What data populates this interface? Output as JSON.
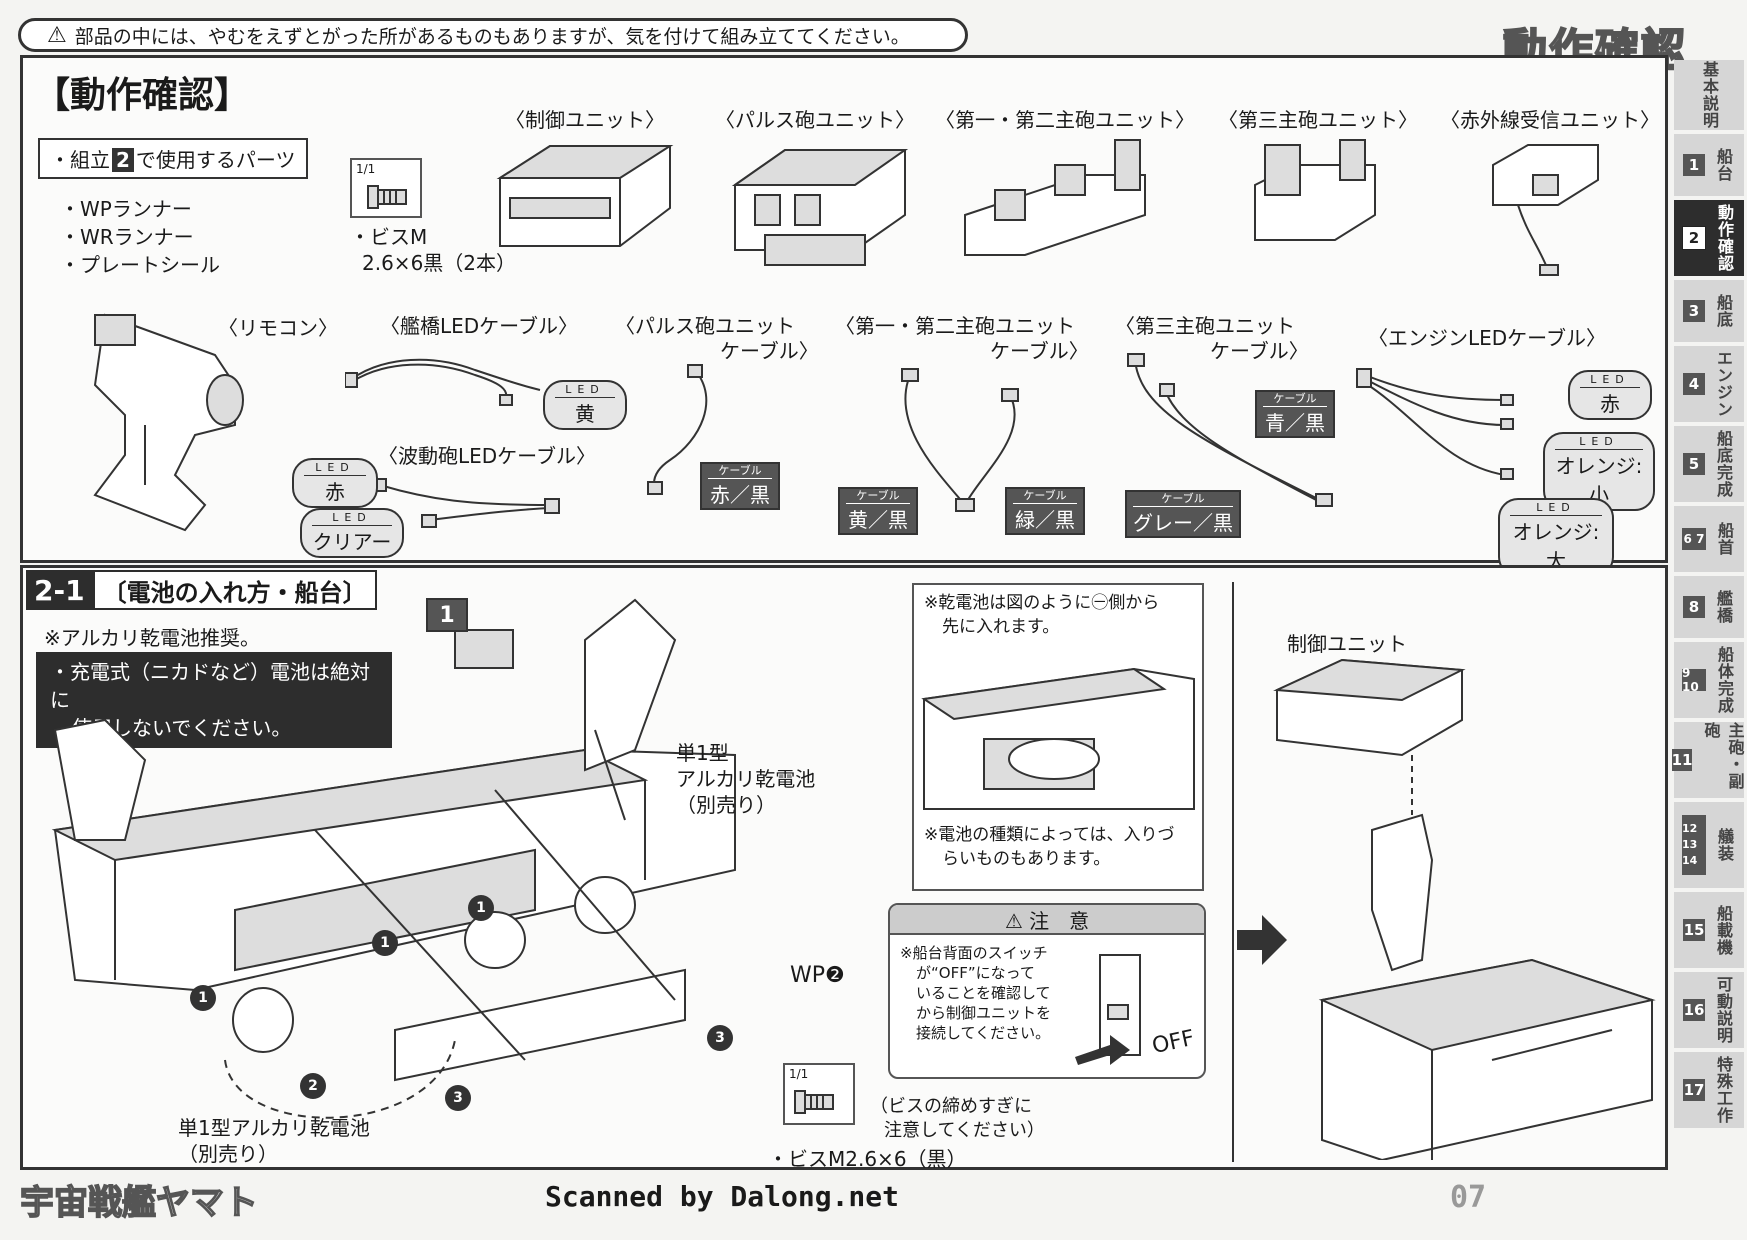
{
  "header": {
    "warning": "部品の中には、やむをえずとがった所があるものもありますが、気を付けて組み立ててください。",
    "title": "動作確認"
  },
  "sidebar": [
    {
      "num": "",
      "label": "基本説明",
      "active": false
    },
    {
      "num": "1",
      "label": "船台",
      "active": false
    },
    {
      "num": "2",
      "label": "動作確認",
      "active": true
    },
    {
      "num": "3",
      "label": "船底",
      "active": false
    },
    {
      "num": "4",
      "label": "エンジン",
      "active": false
    },
    {
      "num": "5",
      "label": "船底完成",
      "active": false
    },
    {
      "num": "6 7",
      "label": "船首",
      "active": false
    },
    {
      "num": "8",
      "label": "艦橋",
      "active": false
    },
    {
      "num": "9 10",
      "label": "船体完成",
      "active": false
    },
    {
      "num": "11",
      "label": "主砲・副砲",
      "active": false
    },
    {
      "num": "12 13 14",
      "label": "艤装",
      "active": false
    },
    {
      "num": "15",
      "label": "船載機",
      "active": false
    },
    {
      "num": "16",
      "label": "可動説明",
      "active": false
    },
    {
      "num": "17",
      "label": "特殊工作",
      "active": false
    }
  ],
  "section1": {
    "title": "【動作確認】",
    "parts_box_prefix": "・組立",
    "parts_box_num": "2",
    "parts_box_suffix": "で使用するパーツ",
    "runners": [
      "・WPランナー",
      "・WRランナー",
      "・プレートシール"
    ],
    "screw_count": "1/1",
    "screw_label_1": "・ビスM",
    "screw_label_2": "2.6×6黒（2本）",
    "units": [
      "〈制御ユニット〉",
      "〈パルス砲ユニット〉",
      "〈第一・第二主砲ユニット〉",
      "〈第三主砲ユニット〉",
      "〈赤外線受信ユニット〉"
    ],
    "remote": "〈リモコン〉",
    "bridge_cable": "〈艦橋LEDケーブル〉",
    "pulse_cable_1": "〈パルス砲ユニット",
    "pulse_cable_2": "ケーブル〉",
    "main12_cable_1": "〈第一・第二主砲ユニット",
    "main12_cable_2": "ケーブル〉",
    "main3_cable_1": "〈第三主砲ユニット",
    "main3_cable_2": "ケーブル〉",
    "engine_cable": "〈エンジンLEDケーブル〉",
    "wave_cable": "〈波動砲LEDケーブル〉",
    "led_sub": "LED",
    "cable_sub": "ケーブル",
    "led_yellow": "黄",
    "led_red": "赤",
    "led_clear": "クリアー",
    "tag_pulse": "赤／黒",
    "tag_yellow_black": "黄／黒",
    "tag_green_black": "緑／黒",
    "tag_blue_black": "青／黒",
    "tag_gray_black": "グレー／黒",
    "engine_red": "赤",
    "engine_orange_small": "オレンジ:小",
    "engine_orange_large": "オレンジ:大"
  },
  "section2": {
    "num": "2-1",
    "title": "〔電池の入れ方・船台〕",
    "note": "※アルカリ乾電池推奨。",
    "warning_1": "・充電式（ニカドなど）電池は絶対に",
    "warning_2": "使用しないでください。",
    "part_num": "1",
    "battery_1": "単1型",
    "battery_2": "アルカリ乾電池",
    "battery_3": "（別売り）",
    "battery_b1": "単1型アルカリ乾電池",
    "battery_b2": "（別売り）",
    "wp2": "WP❷",
    "screw_count": "1/1",
    "screw_note_1": "（ビスの締めすぎに",
    "screw_note_2": "注意してください）",
    "screw_label": "・ビスM2.6×6（黒）",
    "inset_note_1": "※乾電池は図のように㊀側から",
    "inset_note_2": "先に入れます。",
    "inset_note_3": "※電池の種類によっては、入りづ",
    "inset_note_4": "らいものもあります。",
    "caution_title": "注　意",
    "caution_lines": [
      "※船台背面のスイッチ",
      "が“OFF”になって",
      "いることを確認して",
      "から制御ユニットを",
      "接続してください。"
    ],
    "off_label": "OFF",
    "control_unit": "制御ユニット",
    "step_1": "1",
    "step_2": "2",
    "step_3": "3"
  },
  "footer": {
    "title": "宇宙戦艦ヤマト",
    "credit": "Scanned by Dalong.net",
    "page": "07"
  }
}
